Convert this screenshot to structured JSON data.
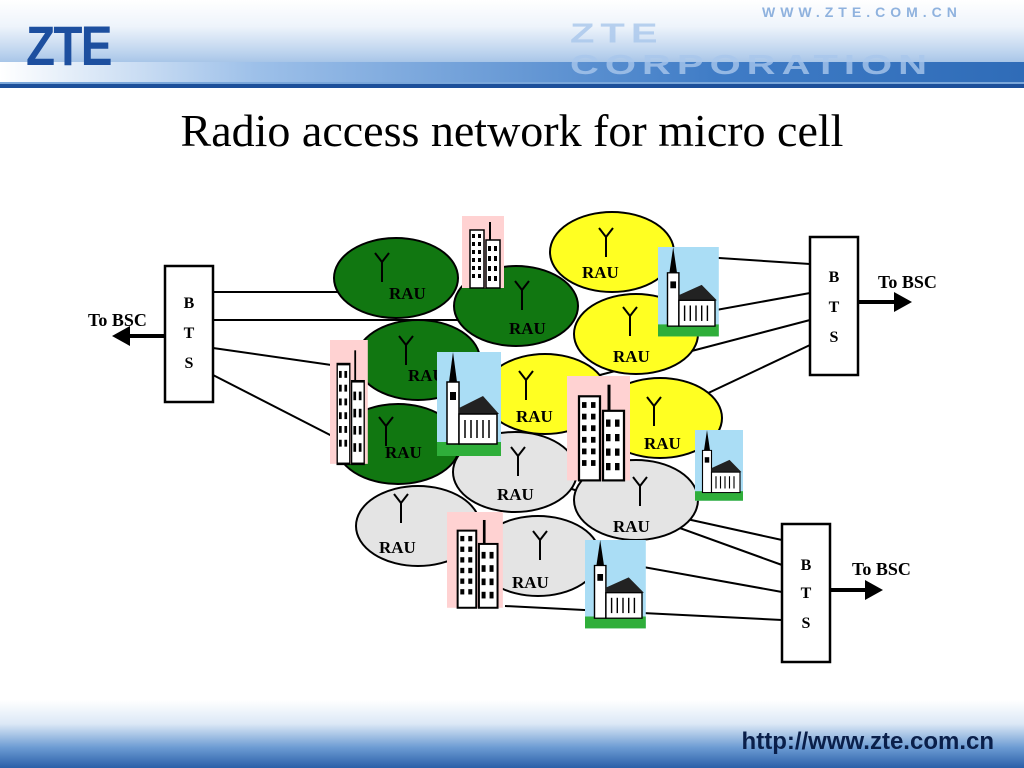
{
  "header": {
    "logo": "ZTE",
    "website_top": "WWW.ZTE.COM.CN",
    "corporation": "ZTE CORPORATION"
  },
  "slide": {
    "title": "Radio access network for micro cell"
  },
  "diagram": {
    "bts_label_letters": [
      "B",
      "T",
      "S"
    ],
    "bsc_label": "To BSC",
    "rau_label": "RAU",
    "colors": {
      "green_cell": "#117711",
      "yellow_cell": "#ffff22",
      "gray_cell": "#e4e4e4"
    }
  },
  "footer": {
    "url": "http://www.zte.com.cn"
  }
}
